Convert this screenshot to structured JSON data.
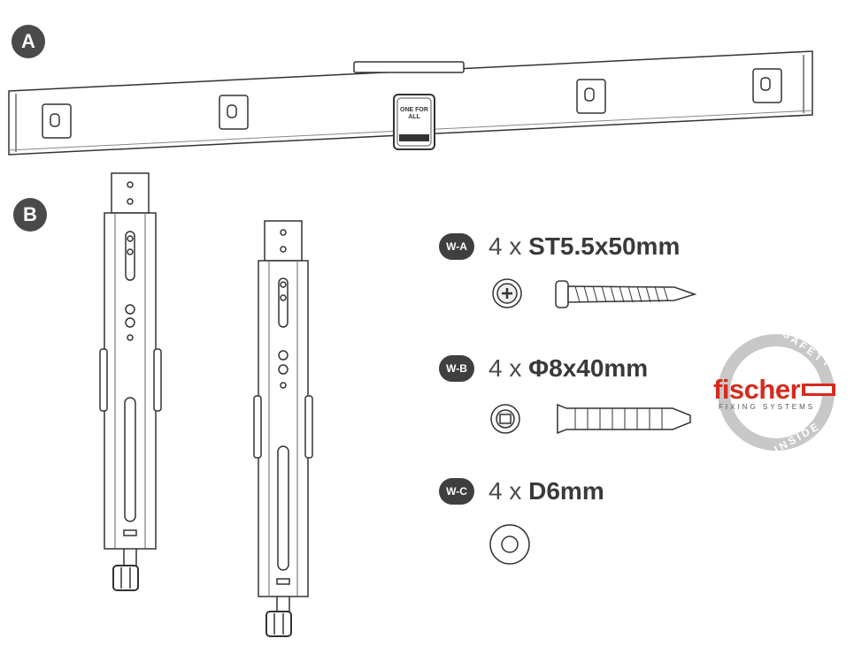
{
  "labels": {
    "a": "A",
    "b": "B"
  },
  "logo_text": "ONE FOR ALL",
  "items": [
    {
      "code": "W-A",
      "qty": "4 x",
      "spec": "ST5.5x50mm"
    },
    {
      "code": "W-B",
      "qty": "4 x",
      "spec": "Φ8x40mm"
    },
    {
      "code": "W-C",
      "qty": "4 x",
      "spec": "D6mm"
    }
  ],
  "fischer": {
    "brand": "fischer",
    "sub": "FIXING SYSTEMS",
    "ring_top": "SAFETY",
    "ring_bottom": "INSIDE"
  },
  "colors": {
    "badge": "#4a4a4a",
    "brand_red": "#d52b1e",
    "ring_grey": "#c0c0c0"
  }
}
